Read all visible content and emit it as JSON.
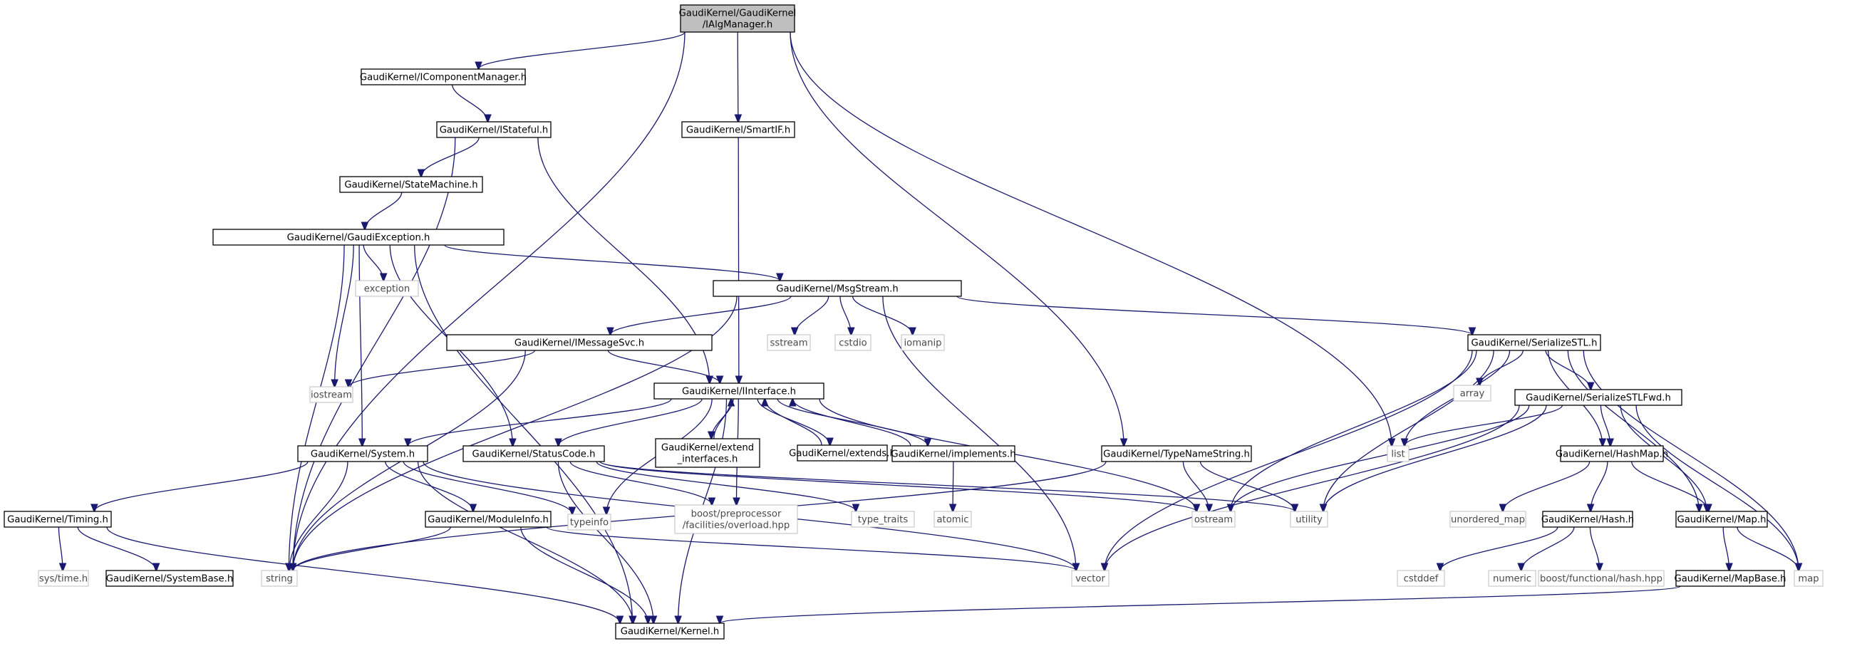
{
  "graph": {
    "colors": {
      "edge": "#191970",
      "root_fill": "#bfbfbf",
      "node_border": "#000000",
      "external_border": "#bfbfbf"
    },
    "nodes": [
      {
        "id": "root",
        "label": "GaudiKernel/GaudiKernel\n/IAlgManager.h",
        "kind": "root"
      },
      {
        "id": "icomp",
        "label": "GaudiKernel/IComponentManager.h",
        "kind": "file"
      },
      {
        "id": "istate",
        "label": "GaudiKernel/IStateful.h",
        "kind": "file"
      },
      {
        "id": "smartif",
        "label": "GaudiKernel/SmartIF.h",
        "kind": "file"
      },
      {
        "id": "statem",
        "label": "GaudiKernel/StateMachine.h",
        "kind": "file"
      },
      {
        "id": "gexc",
        "label": "GaudiKernel/GaudiException.h",
        "kind": "file"
      },
      {
        "id": "exception",
        "label": "exception",
        "kind": "external"
      },
      {
        "id": "msgs",
        "label": "GaudiKernel/MsgStream.h",
        "kind": "file"
      },
      {
        "id": "imsg",
        "label": "GaudiKernel/IMessageSvc.h",
        "kind": "file"
      },
      {
        "id": "sstream",
        "label": "sstream",
        "kind": "external"
      },
      {
        "id": "cstdio",
        "label": "cstdio",
        "kind": "external"
      },
      {
        "id": "iomanip",
        "label": "iomanip",
        "kind": "external"
      },
      {
        "id": "serial",
        "label": "GaudiKernel/SerializeSTL.h",
        "kind": "file"
      },
      {
        "id": "iostream",
        "label": "iostream",
        "kind": "external"
      },
      {
        "id": "iint",
        "label": "GaudiKernel/IInterface.h",
        "kind": "file"
      },
      {
        "id": "array",
        "label": "array",
        "kind": "external"
      },
      {
        "id": "serfwd",
        "label": "GaudiKernel/SerializeSTLFwd.h",
        "kind": "file"
      },
      {
        "id": "system",
        "label": "GaudiKernel/System.h",
        "kind": "file"
      },
      {
        "id": "statc",
        "label": "GaudiKernel/StatusCode.h",
        "kind": "file"
      },
      {
        "id": "extif",
        "label": "GaudiKernel/extend\n_interfaces.h",
        "kind": "file"
      },
      {
        "id": "extends",
        "label": "GaudiKernel/extends.h",
        "kind": "file"
      },
      {
        "id": "impl",
        "label": "GaudiKernel/implements.h",
        "kind": "file"
      },
      {
        "id": "tns",
        "label": "GaudiKernel/TypeNameString.h",
        "kind": "file"
      },
      {
        "id": "list",
        "label": "list",
        "kind": "external"
      },
      {
        "id": "hashmap",
        "label": "GaudiKernel/HashMap.h",
        "kind": "file"
      },
      {
        "id": "timing",
        "label": "GaudiKernel/Timing.h",
        "kind": "file"
      },
      {
        "id": "typeinfo",
        "label": "typeinfo",
        "kind": "external"
      },
      {
        "id": "modinfo",
        "label": "GaudiKernel/ModuleInfo.h",
        "kind": "file"
      },
      {
        "id": "boostpp",
        "label": "boost/preprocessor\n/facilities/overload.hpp",
        "kind": "external"
      },
      {
        "id": "typetraits",
        "label": "type_traits",
        "kind": "external"
      },
      {
        "id": "atomic",
        "label": "atomic",
        "kind": "external"
      },
      {
        "id": "ostream",
        "label": "ostream",
        "kind": "external"
      },
      {
        "id": "utility",
        "label": "utility",
        "kind": "external"
      },
      {
        "id": "umap",
        "label": "unordered_map",
        "kind": "external"
      },
      {
        "id": "hash",
        "label": "GaudiKernel/Hash.h",
        "kind": "file"
      },
      {
        "id": "mapd",
        "label": "GaudiKernel/Map.h",
        "kind": "file"
      },
      {
        "id": "systime",
        "label": "sys/time.h",
        "kind": "external"
      },
      {
        "id": "sysbase",
        "label": "GaudiKernel/SystemBase.h",
        "kind": "file"
      },
      {
        "id": "string",
        "label": "string",
        "kind": "external"
      },
      {
        "id": "vector",
        "label": "vector",
        "kind": "external"
      },
      {
        "id": "cstddef",
        "label": "cstddef",
        "kind": "external"
      },
      {
        "id": "numeric",
        "label": "numeric",
        "kind": "external"
      },
      {
        "id": "boosthash",
        "label": "boost/functional/hash.hpp",
        "kind": "external"
      },
      {
        "id": "mapbase",
        "label": "GaudiKernel/MapBase.h",
        "kind": "file"
      },
      {
        "id": "map",
        "label": "map",
        "kind": "external"
      },
      {
        "id": "kernel",
        "label": "GaudiKernel/Kernel.h",
        "kind": "file"
      }
    ],
    "edges": [
      [
        "root",
        "icomp"
      ],
      [
        "root",
        "smartif"
      ],
      [
        "root",
        "tns"
      ],
      [
        "root",
        "list"
      ],
      [
        "root",
        "string"
      ],
      [
        "icomp",
        "istate"
      ],
      [
        "istate",
        "statem"
      ],
      [
        "istate",
        "iint"
      ],
      [
        "istate",
        "string"
      ],
      [
        "smartif",
        "iint"
      ],
      [
        "statem",
        "gexc"
      ],
      [
        "gexc",
        "exception"
      ],
      [
        "gexc",
        "msgs"
      ],
      [
        "gexc",
        "iostream"
      ],
      [
        "gexc",
        "system"
      ],
      [
        "gexc",
        "statc"
      ],
      [
        "gexc",
        "string"
      ],
      [
        "gexc",
        "kernel"
      ],
      [
        "msgs",
        "imsg"
      ],
      [
        "msgs",
        "sstream"
      ],
      [
        "msgs",
        "cstdio"
      ],
      [
        "msgs",
        "iomanip"
      ],
      [
        "msgs",
        "serial"
      ],
      [
        "msgs",
        "vector"
      ],
      [
        "msgs",
        "string"
      ],
      [
        "imsg",
        "iostream"
      ],
      [
        "imsg",
        "iint"
      ],
      [
        "imsg",
        "string"
      ],
      [
        "serial",
        "array"
      ],
      [
        "serial",
        "serfwd"
      ],
      [
        "serial",
        "list"
      ],
      [
        "serial",
        "hashmap"
      ],
      [
        "serial",
        "mapd"
      ],
      [
        "serial",
        "map"
      ],
      [
        "serial",
        "ostream"
      ],
      [
        "serial",
        "utility"
      ],
      [
        "serial",
        "vector"
      ],
      [
        "serfwd",
        "list"
      ],
      [
        "serfwd",
        "hashmap"
      ],
      [
        "serfwd",
        "mapd"
      ],
      [
        "serfwd",
        "map"
      ],
      [
        "serfwd",
        "ostream"
      ],
      [
        "serfwd",
        "utility"
      ],
      [
        "serfwd",
        "vector"
      ],
      [
        "iint",
        "system"
      ],
      [
        "iint",
        "statc"
      ],
      [
        "iint",
        "extif"
      ],
      [
        "iint",
        "extends"
      ],
      [
        "iint",
        "impl"
      ],
      [
        "iint",
        "typeinfo"
      ],
      [
        "iint",
        "boostpp"
      ],
      [
        "iint",
        "ostream"
      ],
      [
        "iint",
        "kernel"
      ],
      [
        "extif",
        "iint"
      ],
      [
        "extends",
        "iint"
      ],
      [
        "impl",
        "iint"
      ],
      [
        "impl",
        "atomic"
      ],
      [
        "system",
        "timing"
      ],
      [
        "system",
        "typeinfo"
      ],
      [
        "system",
        "modinfo"
      ],
      [
        "system",
        "string"
      ],
      [
        "system",
        "kernel"
      ],
      [
        "system",
        "vector"
      ],
      [
        "statc",
        "typetraits"
      ],
      [
        "statc",
        "boostpp"
      ],
      [
        "statc",
        "ostream"
      ],
      [
        "statc",
        "utility"
      ],
      [
        "statc",
        "kernel"
      ],
      [
        "tns",
        "ostream"
      ],
      [
        "tns",
        "utility"
      ],
      [
        "tns",
        "string"
      ],
      [
        "hashmap",
        "umap"
      ],
      [
        "hashmap",
        "hash"
      ],
      [
        "hashmap",
        "mapd"
      ],
      [
        "hash",
        "cstddef"
      ],
      [
        "hash",
        "numeric"
      ],
      [
        "hash",
        "boosthash"
      ],
      [
        "mapd",
        "mapbase"
      ],
      [
        "mapd",
        "map"
      ],
      [
        "mapbase",
        "kernel"
      ],
      [
        "timing",
        "systime"
      ],
      [
        "timing",
        "sysbase"
      ],
      [
        "timing",
        "kernel"
      ],
      [
        "modinfo",
        "string"
      ],
      [
        "modinfo",
        "vector"
      ],
      [
        "modinfo",
        "kernel"
      ]
    ]
  }
}
